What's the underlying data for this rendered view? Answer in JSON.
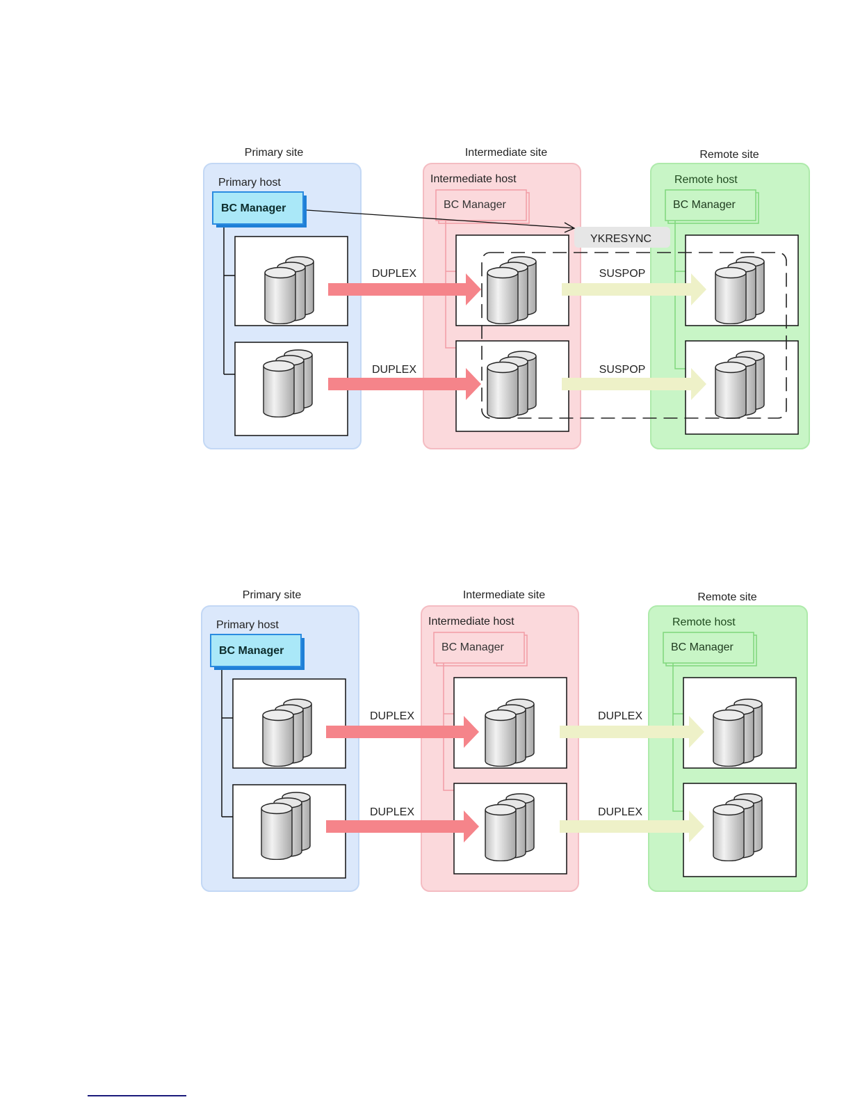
{
  "colors": {
    "primary_site_fill": "#dbe8fb",
    "primary_site_stroke": "#b9d2f3",
    "intermediate_site_fill": "#fbd9dc",
    "intermediate_site_stroke": "#f4b7bd",
    "remote_site_fill": "#c8f5c6",
    "remote_site_stroke": "#a6e9a3",
    "primary_bc_fill": "#a9e8f8",
    "primary_bc_stroke": "#2a8be0",
    "sync_arrow": "#f5848a",
    "async_arrow": "#eef1c8",
    "text": "#222222"
  },
  "diagrams": [
    {
      "sites": {
        "primary": {
          "label": "Primary site",
          "host": "Primary host",
          "manager": "BC Manager"
        },
        "intermediate": {
          "label": "Intermediate site",
          "host": "Intermediate host",
          "manager": "BC Manager"
        },
        "remote": {
          "label": "Remote site",
          "host": "Remote host",
          "manager": "BC Manager"
        }
      },
      "command": "YKRESYNC",
      "pairs": [
        {
          "left_status": "DUPLEX",
          "right_status": "SUSPOP"
        },
        {
          "left_status": "DUPLEX",
          "right_status": "SUSPOP"
        }
      ]
    },
    {
      "sites": {
        "primary": {
          "label": "Primary site",
          "host": "Primary host",
          "manager": "BC Manager"
        },
        "intermediate": {
          "label": "Intermediate site",
          "host": "Intermediate host",
          "manager": "BC Manager"
        },
        "remote": {
          "label": "Remote site",
          "host": "Remote host",
          "manager": "BC Manager"
        }
      },
      "pairs": [
        {
          "left_status": "DUPLEX",
          "right_status": "DUPLEX"
        },
        {
          "left_status": "DUPLEX",
          "right_status": "DUPLEX"
        }
      ]
    }
  ]
}
